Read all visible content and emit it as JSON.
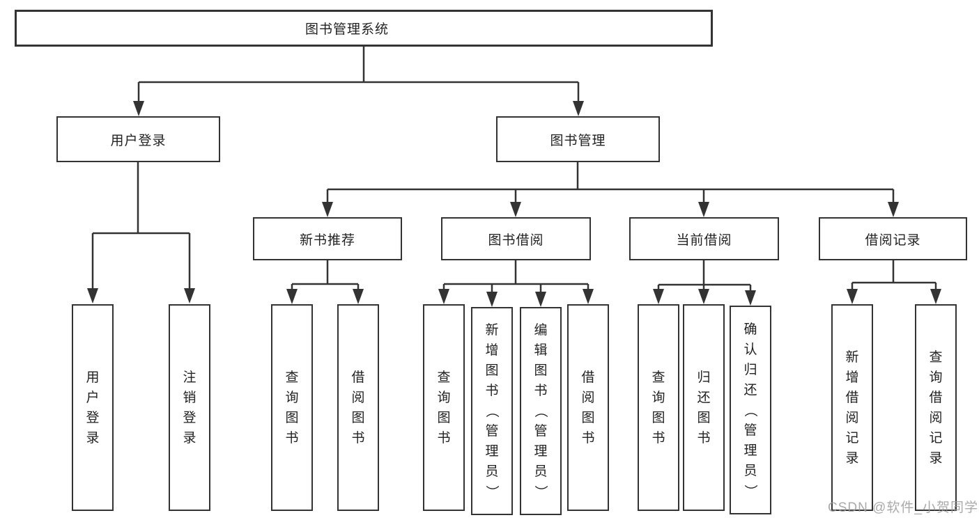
{
  "diagram": {
    "root": {
      "label": "图书管理系统"
    },
    "branches": {
      "user_login": {
        "label": "用户登录",
        "children": [
          {
            "label": "用户登录"
          },
          {
            "label": "注销登录"
          }
        ]
      },
      "book_mgmt": {
        "label": "图书管理",
        "children": [
          {
            "label": "新书推荐",
            "children": [
              {
                "label": "查询图书"
              },
              {
                "label": "借阅图书"
              }
            ]
          },
          {
            "label": "图书借阅",
            "children": [
              {
                "label": "查询图书"
              },
              {
                "label": "新增图书（管理员）"
              },
              {
                "label": "编辑图书（管理员）"
              },
              {
                "label": "借阅图书"
              }
            ]
          },
          {
            "label": "当前借阅",
            "children": [
              {
                "label": "查询图书"
              },
              {
                "label": "归还图书"
              },
              {
                "label": "确认归还（管理员）"
              }
            ]
          },
          {
            "label": "借阅记录",
            "children": [
              {
                "label": "新增借阅记录"
              },
              {
                "label": "查询借阅记录"
              }
            ]
          }
        ]
      }
    }
  },
  "watermark": {
    "text": "CSDN @软件_小贺同学"
  },
  "colors": {
    "line": "#333333",
    "box_border": "#333333",
    "text": "#222222",
    "background": "#ffffff",
    "watermark": "#9b9b9b"
  }
}
